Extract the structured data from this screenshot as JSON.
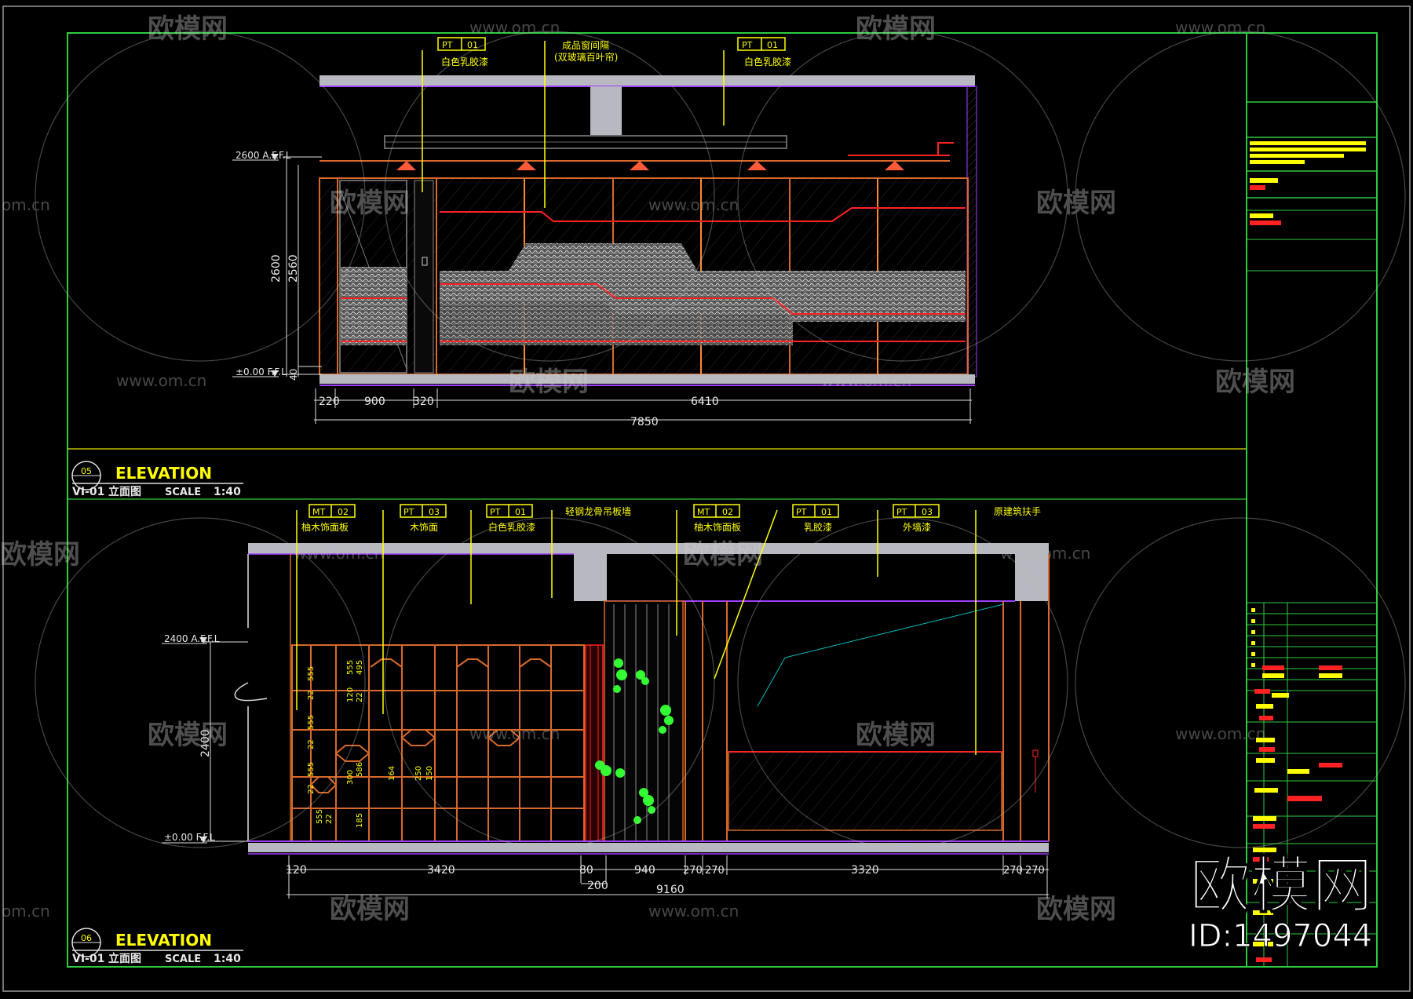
{
  "colors": {
    "background": "#000000",
    "frame": "#2ecc40",
    "dimension": "#e8e8e8",
    "leader": "#ffff00",
    "wood": "#d9692b",
    "red": "#ff2222",
    "ceiling": "#b8b8c0",
    "violet": "#a040ff",
    "cyan": "#00c0c0",
    "plant": "#33ff33"
  },
  "watermark": {
    "brand": "欧模网",
    "url": "www.om.cn",
    "url_short": "om.cn",
    "id_text": "ID:1497044"
  },
  "elevation_top": {
    "title": "ELEVATION",
    "number": "05",
    "sheet": "VI-01",
    "cn_label": "立面图",
    "scale_label": "SCALE",
    "scale_value": "1:40",
    "level_high": "2600 A.F.F.L",
    "level_low": "±0.00 F.F.L",
    "vertical_dims": [
      "2600",
      "2560",
      "40"
    ],
    "dims_row": [
      "220",
      "900",
      "320",
      "6410"
    ],
    "dim_total": "7850",
    "callouts": [
      {
        "code": "PT",
        "num": "01",
        "desc": "白色乳胶漆"
      },
      {
        "code": "",
        "num": "",
        "desc": "成品窗间隔",
        "desc2": "(双玻璃百叶帘)"
      },
      {
        "code": "PT",
        "num": "01",
        "desc": "白色乳胶漆"
      }
    ]
  },
  "elevation_bottom": {
    "title": "ELEVATION",
    "number": "06",
    "sheet": "VI-01",
    "cn_label": "立面图",
    "scale_label": "SCALE",
    "scale_value": "1:40",
    "level_high": "2400 A.F.F.L",
    "level_low": "±0.00 F.F.L",
    "vertical_dim": "2400",
    "dims_row": [
      "120",
      "3420",
      "80",
      "940",
      "270",
      "270",
      "3320",
      "270",
      "270"
    ],
    "dim_sub": "200",
    "dim_total": "9160",
    "callouts": [
      {
        "code": "MT",
        "num": "02",
        "desc": "柚木饰面板"
      },
      {
        "code": "PT",
        "num": "03",
        "desc": "木饰面"
      },
      {
        "code": "PT",
        "num": "01",
        "desc": "白色乳胶漆"
      },
      {
        "code": "",
        "num": "",
        "desc": "轻钢龙骨吊板墙"
      },
      {
        "code": "MT",
        "num": "02",
        "desc": "柚木饰面板"
      },
      {
        "code": "PT",
        "num": "01",
        "desc": "乳胶漆"
      },
      {
        "code": "PT",
        "num": "03",
        "desc": "外墙漆"
      },
      {
        "code": "",
        "num": "",
        "desc": "原建筑扶手"
      }
    ],
    "panel_dims": [
      "555",
      "22",
      "555",
      "22",
      "555",
      "22",
      "555",
      "22",
      "555",
      "120",
      "300",
      "185",
      "495",
      "22",
      "586",
      "164",
      "250",
      "150"
    ]
  }
}
